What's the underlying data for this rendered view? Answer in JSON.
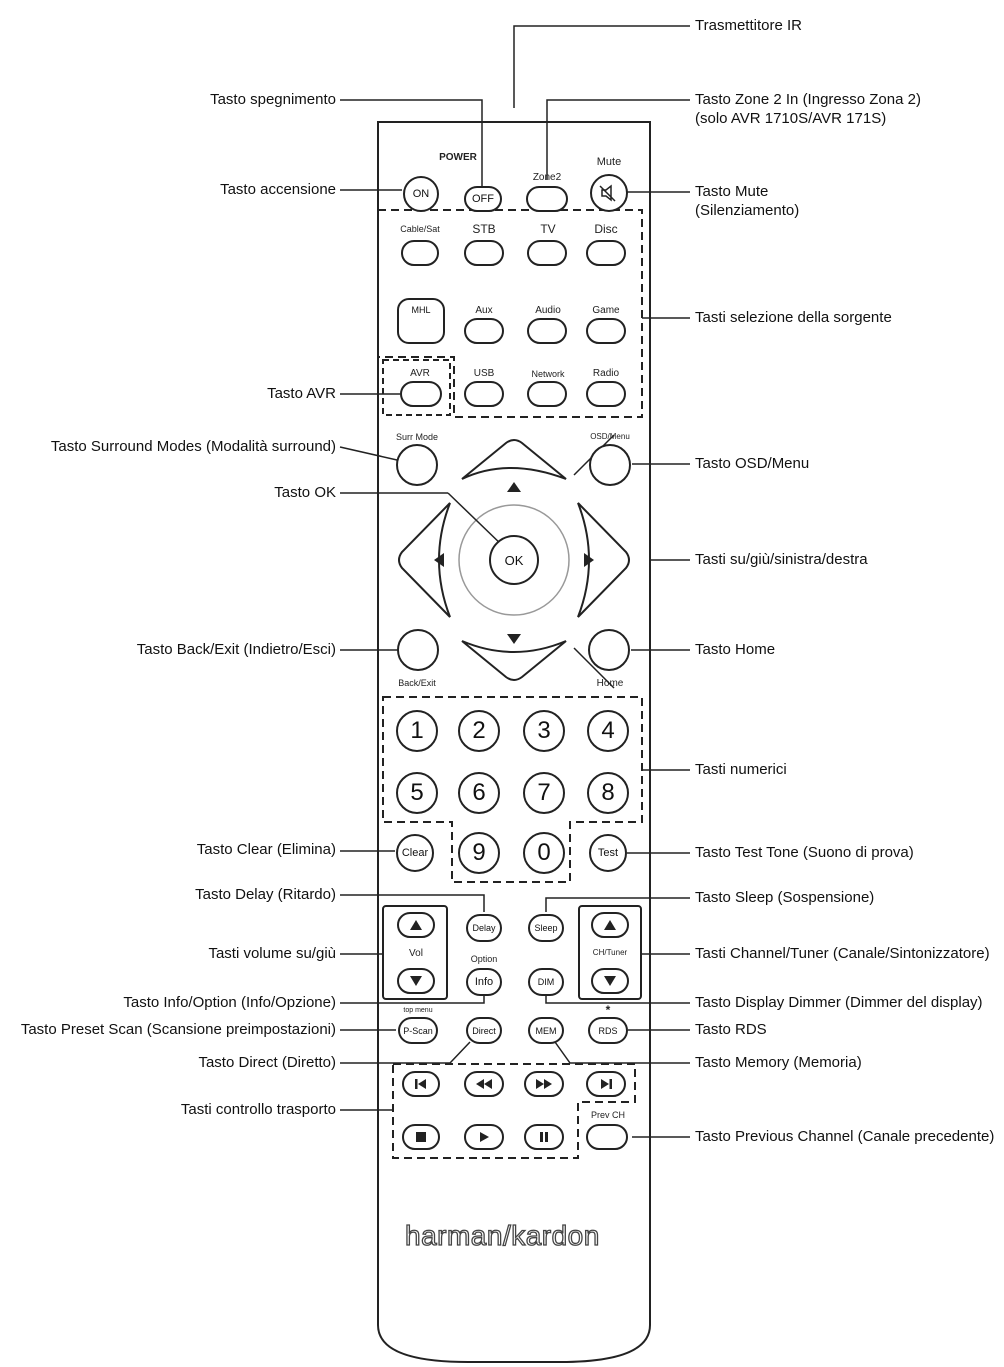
{
  "labels_left": {
    "spegnimento": "Tasto spegnimento",
    "accensione": "Tasto accensione",
    "avr": "Tasto AVR",
    "surround": "Tasto Surround Modes (Modalità surround)",
    "ok": "Tasto OK",
    "back": "Tasto Back/Exit (Indietro/Esci)",
    "clear": "Tasto Clear (Elimina)",
    "delay": "Tasto Delay (Ritardo)",
    "volume": "Tasti volume su/giù",
    "info": "Tasto Info/Option (Info/Opzione)",
    "pscan": "Tasto Preset Scan (Scansione preimpostazioni)",
    "direct": "Tasto Direct (Diretto)",
    "transport": "Tasti controllo trasporto"
  },
  "labels_right": {
    "ir": "Trasmettitore IR",
    "zone_line1": "Tasto Zone 2 In (Ingresso Zona 2)",
    "zone_line2": "(solo AVR 1710S/AVR 171S)",
    "mute_line1": "Tasto Mute",
    "mute_line2": "(Silenziamento)",
    "source": "Tasti selezione della sorgente",
    "osd": "Tasto OSD/Menu",
    "arrows": "Tasti su/giù/sinistra/destra",
    "home": "Tasto Home",
    "numeric": "Tasti numerici",
    "test": "Tasto Test Tone (Suono di prova)",
    "sleep": "Tasto Sleep (Sospensione)",
    "channel": "Tasti Channel/Tuner (Canale/Sintonizzatore)",
    "dim": "Tasto Display Dimmer (Dimmer del display)",
    "rds": "Tasto RDS",
    "mem": "Tasto Memory (Memoria)",
    "prevch": "Tasto Previous Channel (Canale precedente)"
  },
  "remote": {
    "power_caption": "POWER",
    "on": "ON",
    "off": "OFF",
    "zone2": "Zone2",
    "mute_caption": "Mute",
    "cablesat": "Cable/Sat",
    "stb": "STB",
    "tv": "TV",
    "disc": "Disc",
    "mhl": "MHL",
    "aux": "Aux",
    "audio": "Audio",
    "game": "Game",
    "avr": "AVR",
    "usb": "USB",
    "network": "Network",
    "radio": "Radio",
    "surrmode": "Surr Mode",
    "osdmenu": "OSD/Menu",
    "ok": "OK",
    "backexit": "Back/Exit",
    "home": "Home",
    "numbers": [
      "1",
      "2",
      "3",
      "4",
      "5",
      "6",
      "7",
      "8",
      "9",
      "0"
    ],
    "clear": "Clear",
    "test": "Test",
    "delay": "Delay",
    "sleep": "Sleep",
    "vol": "Vol",
    "chtuner": "CH/Tuner",
    "option": "Option",
    "info": "Info",
    "dim": "DIM",
    "topmenu": "top menu",
    "pscan": "P-Scan",
    "direct": "Direct",
    "mem": "MEM",
    "rds_star": "*",
    "rds": "RDS",
    "prevch": "Prev CH",
    "logo": "harman/kardon"
  }
}
